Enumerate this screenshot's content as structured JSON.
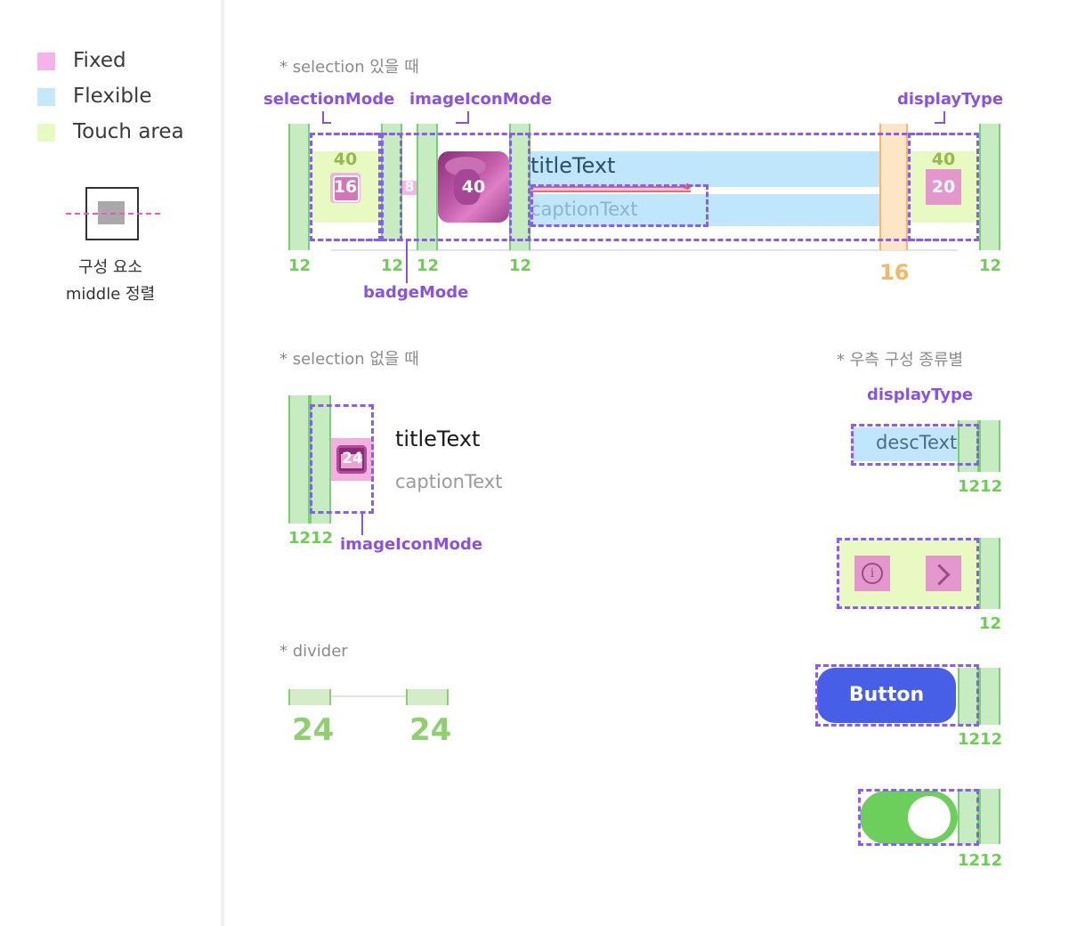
{
  "legend": {
    "fixed": "Fixed",
    "flexible": "Flexible",
    "touch": "Touch area",
    "align_line1": "구성 요소",
    "align_line2": "middle 정렬",
    "colors": {
      "fixed": "#f6b3ea",
      "flexible": "#c6e8fb",
      "touch": "#e6fbc1"
    }
  },
  "section1": {
    "label": "* selection 있을 때",
    "labels": {
      "selectionMode": "selectionMode",
      "imageIconMode": "imageIconMode",
      "displayType": "displayType",
      "badgeMode": "badgeMode"
    },
    "selection_size": "40",
    "selection_icon": "16",
    "badge_gap": "8",
    "image_size": "40",
    "title": "titleText",
    "caption": "captionText",
    "caption_gap": "4",
    "display_size": "40",
    "display_icon": "20",
    "padding": [
      "12",
      "12",
      "12",
      "12",
      "16",
      "12"
    ]
  },
  "section2": {
    "label": "* selection 없을 때",
    "icon_size": "24",
    "title": "titleText",
    "caption": "captionText",
    "padding": "1212",
    "imageIconMode": "imageIconMode"
  },
  "section3": {
    "label": "* 우측 구성 종류별",
    "displayType": "displayType",
    "desc": "descText",
    "pad_desc": "1212",
    "pad_icons": "12",
    "button": "Button",
    "pad_button": "1212",
    "pad_toggle": "1212",
    "info_icon": "info-icon",
    "chevron_icon": "chevron-right-icon",
    "button_color": "#475ee6",
    "toggle_color": "#6ccf5b"
  },
  "divider": {
    "label": "* divider",
    "left": "24",
    "right": "24"
  }
}
